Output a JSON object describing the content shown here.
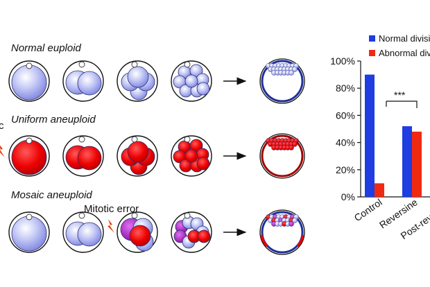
{
  "rows": [
    {
      "title": "Normal euploid",
      "type": "normal"
    },
    {
      "title": "Uniform aneuploid",
      "type": "uniform"
    },
    {
      "title": "Mosaic aneuploid",
      "type": "mosaic"
    }
  ],
  "left_clip_label": "c",
  "mitotic_label": "Mitotic error",
  "significance": "***",
  "colors": {
    "euploid": "#b3b8f2",
    "euploid_dark": "#7c83e0",
    "aneuploid": "#ee0000",
    "aneuploid_dark": "#a00000",
    "mosaic_purple": "#a020c0",
    "blastocyst_ring": "#1f2f9a",
    "normal_bar": "#1f3de0",
    "abnormal_bar": "#f02a10",
    "bolt": "#e04010"
  },
  "chart_data": {
    "type": "bar",
    "categories": [
      "Control",
      "Reversine",
      "Post-reversine"
    ],
    "series": [
      {
        "name": "Normal division",
        "values": [
          90,
          52,
          null
        ]
      },
      {
        "name": "Abnormal division",
        "values": [
          10,
          48,
          null
        ]
      }
    ],
    "yticks": [
      "0%",
      "20%",
      "40%",
      "60%",
      "80%",
      "100%"
    ],
    "ylim": [
      0,
      100
    ]
  }
}
